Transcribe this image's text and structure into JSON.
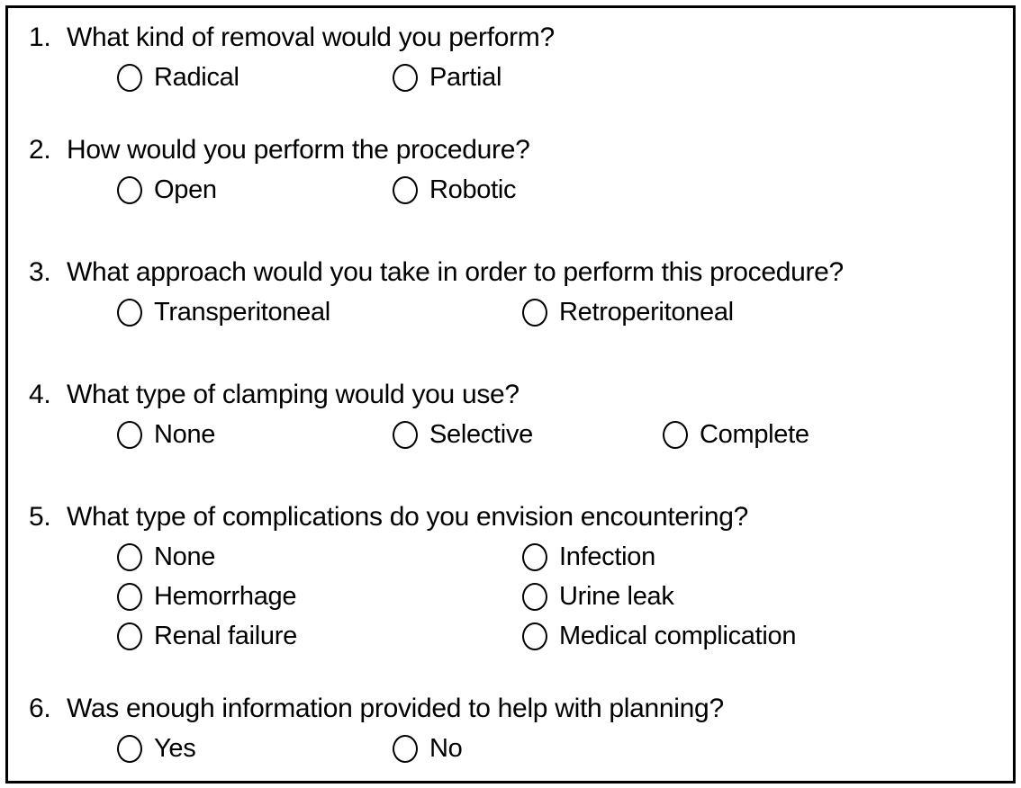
{
  "form": {
    "questions": [
      {
        "number": "1.",
        "text": "What kind of removal would you perform?",
        "options": [
          "Radical",
          "Partial"
        ]
      },
      {
        "number": "2.",
        "text": "How would you perform the procedure?",
        "options": [
          "Open",
          "Robotic"
        ]
      },
      {
        "number": "3.",
        "text": "What approach would you take in order to perform this procedure?",
        "options": [
          "Transperitoneal",
          "Retroperitoneal"
        ]
      },
      {
        "number": "4.",
        "text": "What type of clamping would you use?",
        "options": [
          "None",
          "Selective",
          "Complete"
        ]
      },
      {
        "number": "5.",
        "text": "What type of complications do you envision encountering?",
        "options": [
          "None",
          "Infection",
          "Hemorrhage",
          "Urine leak",
          "Renal failure",
          "Medical complication"
        ]
      },
      {
        "number": "6.",
        "text": "Was enough information provided to help with planning?",
        "options": [
          "Yes",
          "No"
        ]
      }
    ]
  }
}
